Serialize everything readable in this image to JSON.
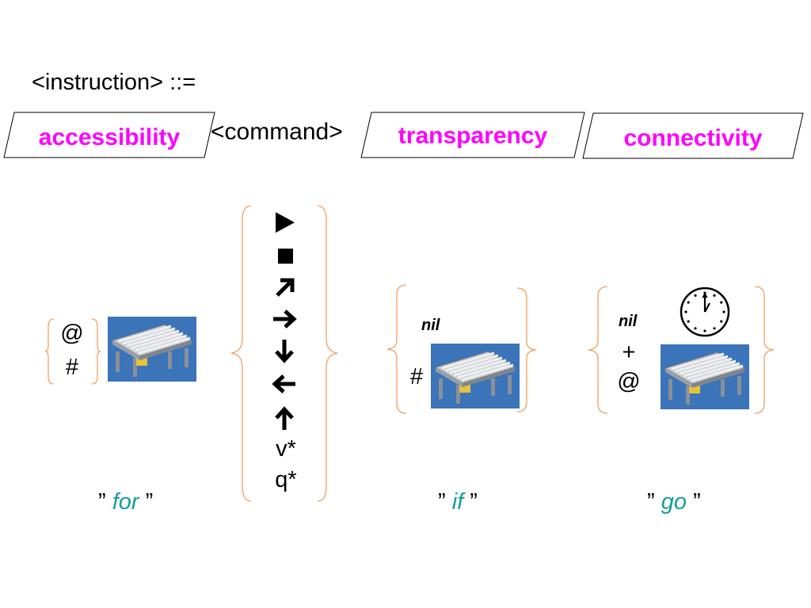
{
  "title": "<instruction> ::=",
  "header_boxes": [
    {
      "label": "accessibility"
    },
    {
      "label": "transparency"
    },
    {
      "label": "connectivity"
    }
  ],
  "command_label": "<command>",
  "accessibility_symbols": [
    "@",
    "#"
  ],
  "command_symbols": {
    "play_icon": "play-icon",
    "stop_icon": "stop-icon",
    "arrows": [
      "arrow-up-right",
      "arrow-right",
      "arrow-down",
      "arrow-left",
      "arrow-up"
    ],
    "v": "v*",
    "q": "q*"
  },
  "transparency": {
    "nil": "nil",
    "hash": "#"
  },
  "connectivity": {
    "nil": "nil",
    "plus": "+",
    "at": "@",
    "clock_icon": "clock-icon"
  },
  "footers": [
    {
      "open": "”",
      "word": "for",
      "close": "”"
    },
    {
      "open": "”",
      "word": "if",
      "close": "”"
    },
    {
      "open": "”",
      "word": "go",
      "close": "”"
    }
  ],
  "colors": {
    "accent": "#ff00ff",
    "keyword": "#149d9d",
    "brace": "#f0a060",
    "conveyor_bg": "#3b74b9"
  }
}
